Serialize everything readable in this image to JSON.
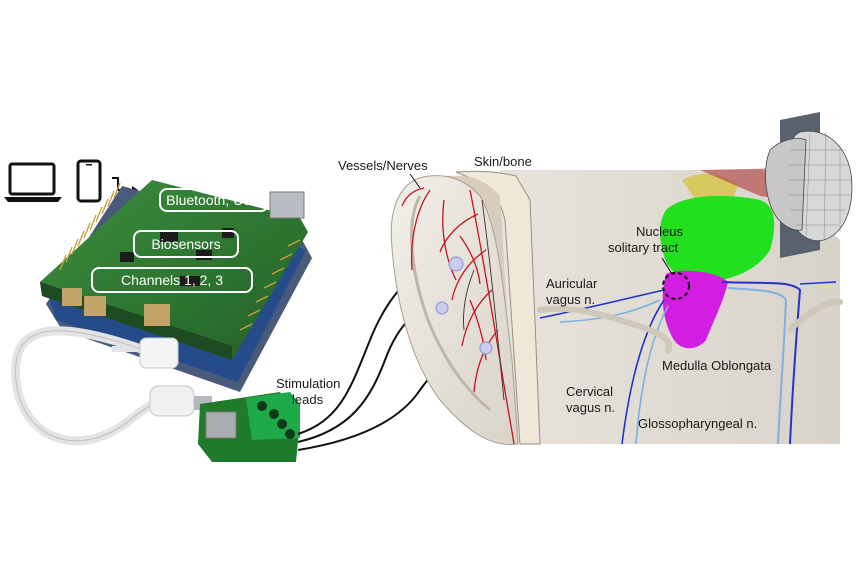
{
  "board": {
    "labels": [
      "Bluetooth, USB",
      "Biosensors",
      "Channels 1, 2, 3"
    ]
  },
  "devices": {
    "icons": [
      "laptop-icon",
      "phone-icon",
      "arrow-right-icon"
    ]
  },
  "leads_label": [
    "Stimulation",
    "leads"
  ],
  "anatomy": {
    "vessels": "Vessels/Nerves",
    "skin": "Skin/bone",
    "nucleus": [
      "Nucleus",
      "solitary tract"
    ],
    "auricular": [
      "Auricular",
      "vagus n."
    ],
    "medulla": "Medulla Oblongata",
    "cervical": [
      "Cervical",
      "vagus n."
    ],
    "glosso": "Glossopharyngeal n."
  },
  "colors": {
    "pcb_green": "#2f7d34",
    "brainstem_green": "#22e01e",
    "medulla_magenta": "#d21ee0",
    "nerve_blue": "#2233cc",
    "nerve_light": "#7fb0e0",
    "vessel_red": "#c8141e"
  }
}
